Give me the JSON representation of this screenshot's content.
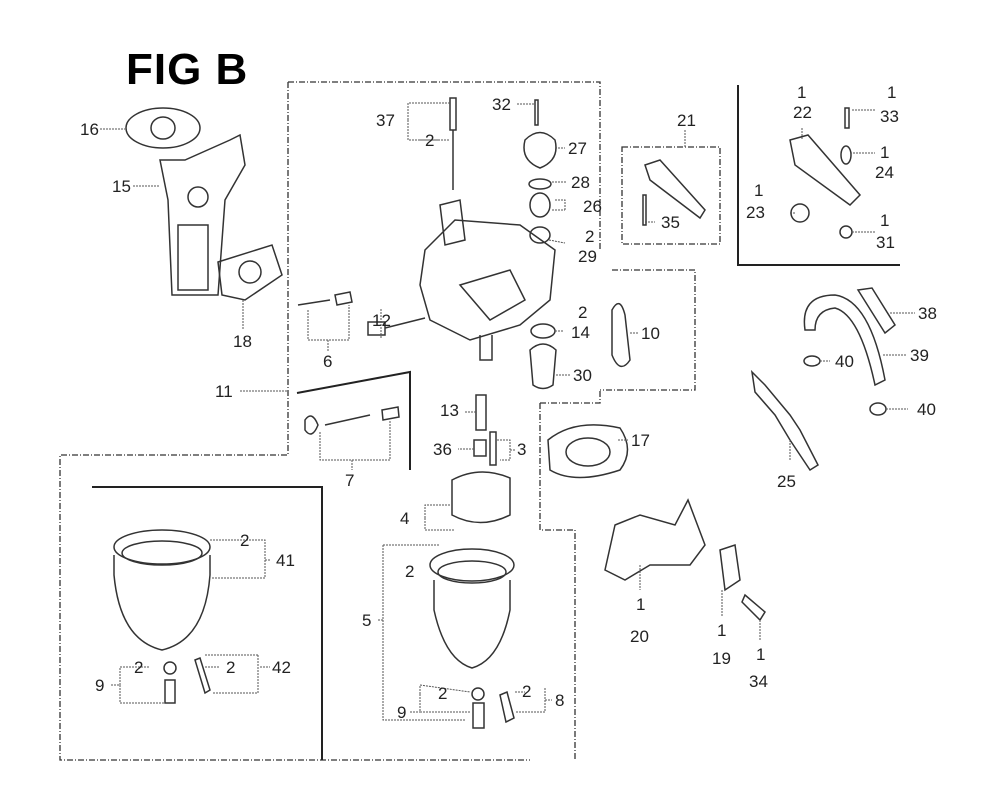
{
  "figure": {
    "title": "FIG B",
    "subject": "Carburetor assembly exploded parts diagram"
  },
  "callouts": [
    {
      "id": "c16",
      "ref": "16",
      "qty": ""
    },
    {
      "id": "c15",
      "ref": "15",
      "qty": ""
    },
    {
      "id": "c18",
      "ref": "18",
      "qty": ""
    },
    {
      "id": "c11",
      "ref": "11",
      "qty": ""
    },
    {
      "id": "c37",
      "ref": "37",
      "qty": "2"
    },
    {
      "id": "c32",
      "ref": "32",
      "qty": ""
    },
    {
      "id": "c27",
      "ref": "27",
      "qty": ""
    },
    {
      "id": "c28",
      "ref": "28",
      "qty": ""
    },
    {
      "id": "c26",
      "ref": "26",
      "qty": ""
    },
    {
      "id": "c29",
      "ref": "29",
      "qty": "2"
    },
    {
      "id": "c12",
      "ref": "12",
      "qty": ""
    },
    {
      "id": "c6",
      "ref": "6",
      "qty": ""
    },
    {
      "id": "c14",
      "ref": "14",
      "qty": "2"
    },
    {
      "id": "c10",
      "ref": "10",
      "qty": ""
    },
    {
      "id": "c30",
      "ref": "30",
      "qty": ""
    },
    {
      "id": "c7",
      "ref": "7",
      "qty": ""
    },
    {
      "id": "c13",
      "ref": "13",
      "qty": ""
    },
    {
      "id": "c36",
      "ref": "36",
      "qty": ""
    },
    {
      "id": "c3",
      "ref": "3",
      "qty": ""
    },
    {
      "id": "c17",
      "ref": "17",
      "qty": ""
    },
    {
      "id": "c4",
      "ref": "4",
      "qty": ""
    },
    {
      "id": "c21",
      "ref": "21",
      "qty": ""
    },
    {
      "id": "c35",
      "ref": "35",
      "qty": ""
    },
    {
      "id": "c22",
      "ref": "22",
      "qty": "1"
    },
    {
      "id": "c33",
      "ref": "33",
      "qty": "1"
    },
    {
      "id": "c24",
      "ref": "24",
      "qty": "1"
    },
    {
      "id": "c23",
      "ref": "23",
      "qty": "1"
    },
    {
      "id": "c31",
      "ref": "31",
      "qty": "1"
    },
    {
      "id": "c38",
      "ref": "38",
      "qty": ""
    },
    {
      "id": "c39",
      "ref": "39",
      "qty": ""
    },
    {
      "id": "c40a",
      "ref": "40",
      "qty": ""
    },
    {
      "id": "c40b",
      "ref": "40",
      "qty": ""
    },
    {
      "id": "c25",
      "ref": "25",
      "qty": ""
    },
    {
      "id": "c20",
      "ref": "20",
      "qty": "1"
    },
    {
      "id": "c19",
      "ref": "19",
      "qty": "1"
    },
    {
      "id": "c34",
      "ref": "34",
      "qty": "1"
    },
    {
      "id": "c41",
      "ref": "41",
      "qty": "2"
    },
    {
      "id": "c42",
      "ref": "42",
      "qty": "2"
    },
    {
      "id": "c9a",
      "ref": "9",
      "qty": "2"
    },
    {
      "id": "c5",
      "ref": "5",
      "qty": "2"
    },
    {
      "id": "c9b",
      "ref": "9",
      "qty": "2"
    },
    {
      "id": "c8",
      "ref": "8",
      "qty": "2"
    }
  ]
}
